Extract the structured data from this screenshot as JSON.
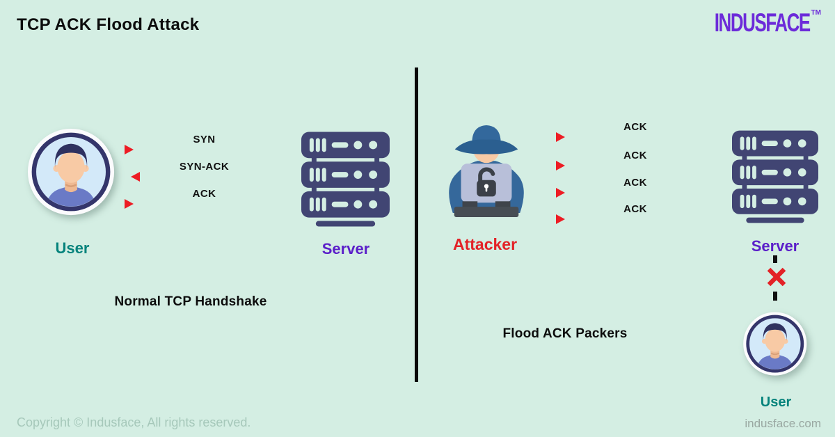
{
  "header": {
    "title": "TCP ACK Flood Attack",
    "logo": {
      "text": "INDUSFACE",
      "trademark": "TM"
    }
  },
  "left_panel": {
    "user_label": "User",
    "server_label": "Server",
    "caption": "Normal TCP Handshake",
    "arrows": [
      {
        "label": "SYN",
        "direction": "right"
      },
      {
        "label": "SYN-ACK",
        "direction": "left"
      },
      {
        "label": "ACK",
        "direction": "right"
      }
    ]
  },
  "right_panel": {
    "attacker_label": "Attacker",
    "server_label": "Server",
    "user_label": "User",
    "caption": "Flood ACK Packers",
    "arrows": [
      {
        "label": "ACK",
        "direction": "right"
      },
      {
        "label": "ACK",
        "direction": "right"
      },
      {
        "label": "ACK",
        "direction": "right"
      },
      {
        "label": "ACK",
        "direction": "right"
      }
    ],
    "connection_status_icon": "blocked-x"
  },
  "footer": {
    "copyright": "Copyright © Indusface, All rights reserved.",
    "website": "indusface.com"
  },
  "colors": {
    "background": "#d4eee3",
    "title-text": "#0c0c0c",
    "brand-purple": "#6c2bd9",
    "arrow-red": "#ed1c24",
    "attacker-red": "#e32227",
    "teal-label": "#06837c",
    "server-purple": "#5b1fc9",
    "icon-navy": "#414573",
    "divider-black": "#0a0a0a",
    "footer-gray": "#a6c8ba",
    "website-gray": "#99a7a1"
  }
}
